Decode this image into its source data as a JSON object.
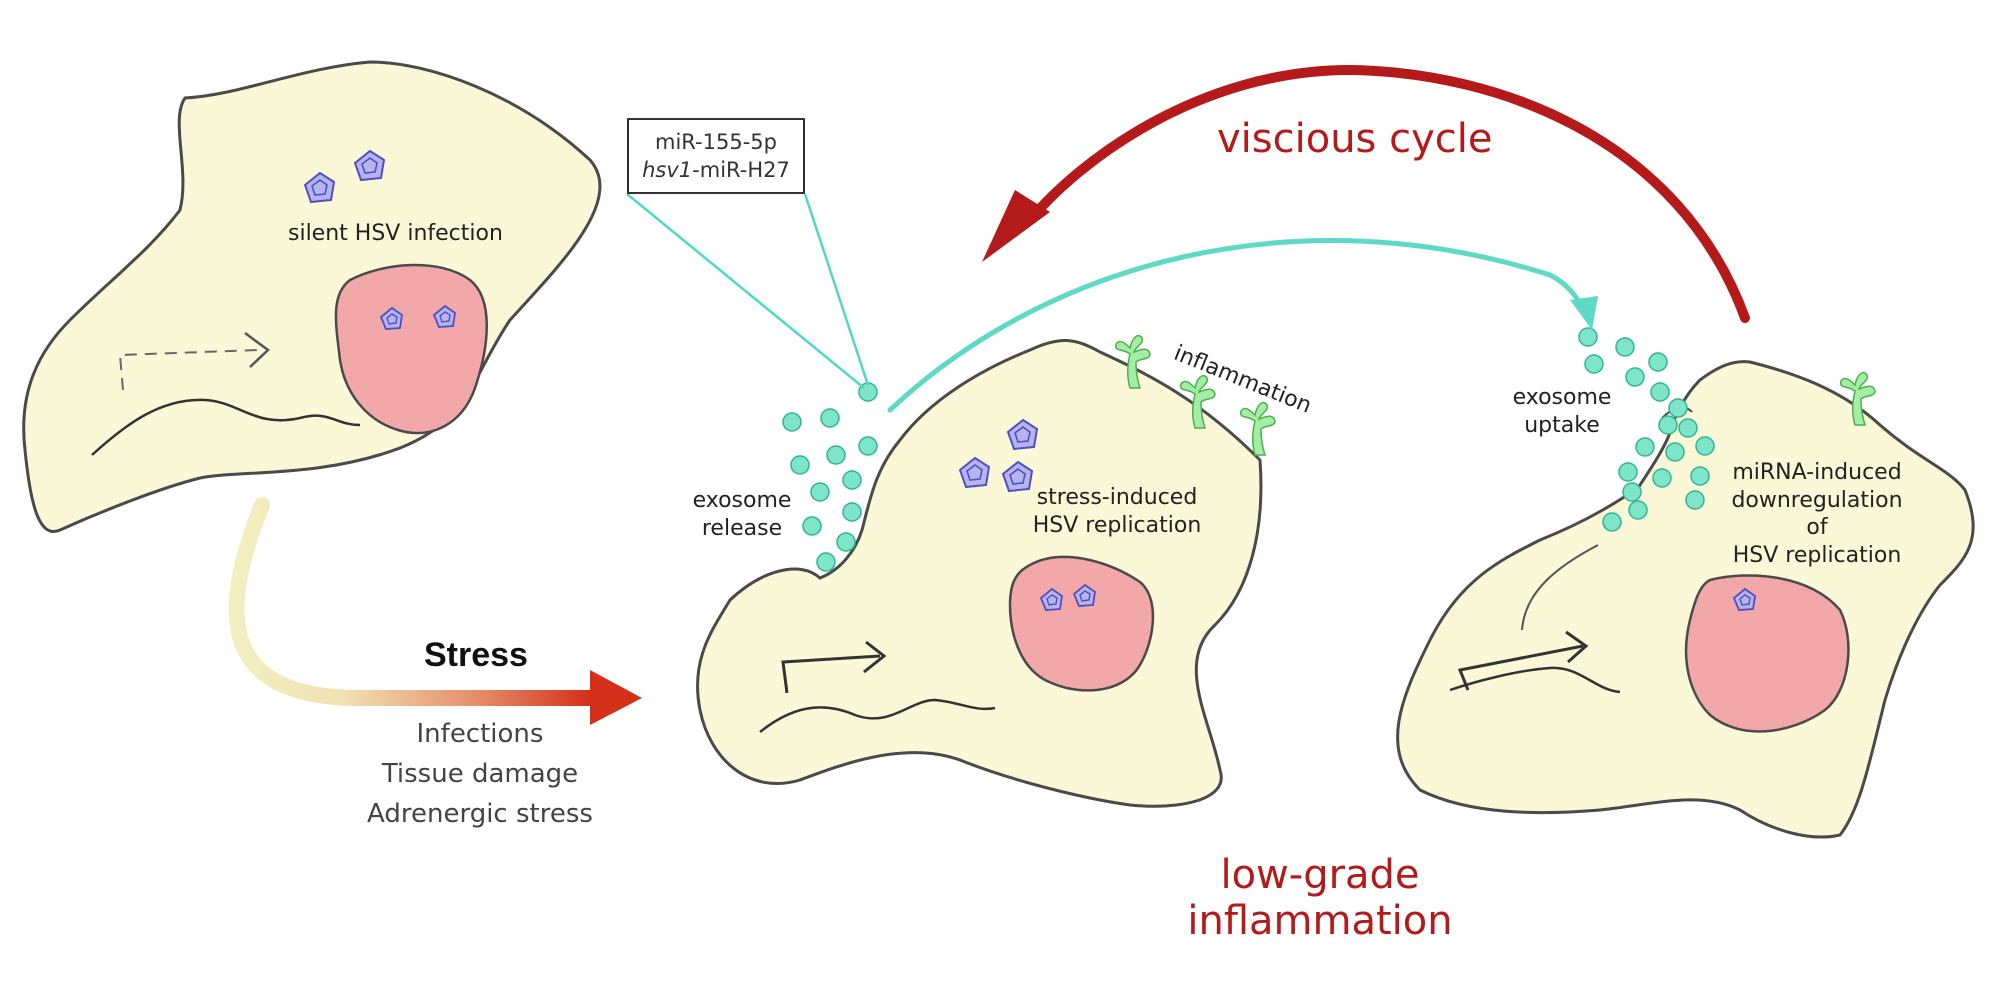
{
  "colors": {
    "cell_fill": "#fbf8d8",
    "cell_outline": "#4a4a4a",
    "nucleus_fill": "#f2a7a9",
    "virus_fill": "#b6b4ee",
    "virus_outline": "#4f4fc0",
    "exosome_fill": "#7ee5c8",
    "exosome_outline": "#2fb596",
    "transfer_arrow": "#5ed9c6",
    "cycle_red": "#b51a1a",
    "stress_gradient_start": "#f3efc0",
    "stress_gradient_end": "#d4301a",
    "inflammation_green": "#a4eda4"
  },
  "icons": [
    "virus-capsid-icon",
    "exosome-icon",
    "dendritic-protrusion-icon"
  ],
  "labels": {
    "silent_infection": "silent HSV infection",
    "mirna_top": "miR-155-5p",
    "mirna_bottom_italic": "hsv1",
    "mirna_bottom_rest": "-miR-H27",
    "viscious_cycle": "viscious cycle",
    "inflammation": "inflammation",
    "exosome_release": "exosome\nrelease",
    "stress_replication": "stress-induced\nHSV replication",
    "exosome_uptake": "exosome\nuptake",
    "mirna_downregulation": "miRNA-induced\ndownregulation of\nHSV replication",
    "stress": "Stress",
    "stress_causes": [
      "Infections",
      "Tissue damage",
      "Adrenergic stress"
    ],
    "low_grade": "low-grade\ninflammation"
  }
}
